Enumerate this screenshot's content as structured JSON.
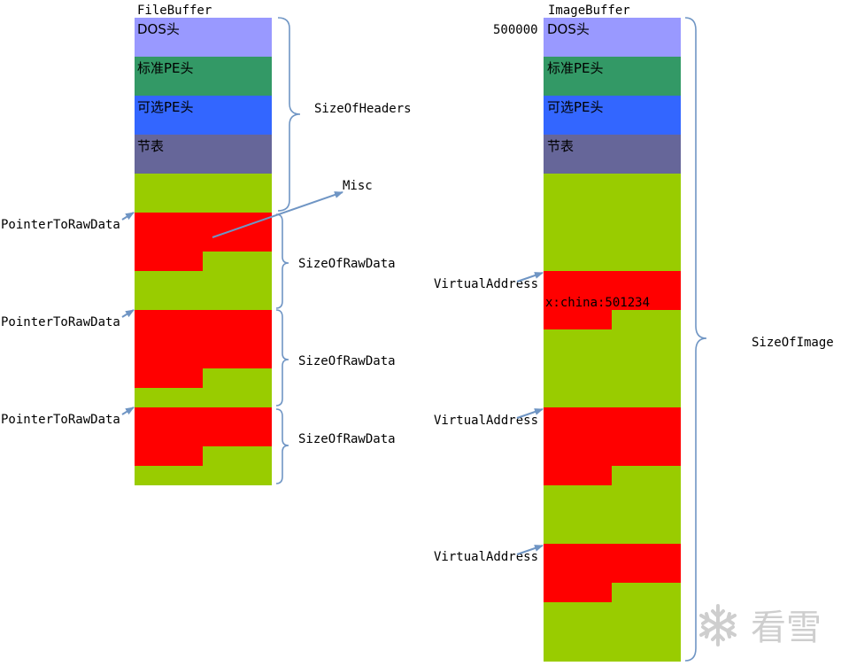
{
  "file_buffer": {
    "title": "FileBuffer",
    "header_blocks": [
      {
        "label": "DOS头",
        "color": "#9999ff"
      },
      {
        "label": "标准PE头",
        "color": "#339966"
      },
      {
        "label": "可选PE头",
        "color": "#3366ff"
      },
      {
        "label": "节表",
        "color": "#666699"
      }
    ],
    "filler_color": "#99cc00",
    "section_color": "#ff0000",
    "size_of_headers_label": "SizeOfHeaders",
    "misc_label": "Misc",
    "pointer_labels": [
      "PointerToRawData",
      "PointerToRawData",
      "PointerToRawData"
    ],
    "size_of_raw_data_labels": [
      "SizeOfRawData",
      "SizeOfRawData",
      "SizeOfRawData"
    ]
  },
  "image_buffer": {
    "title": "ImageBuffer",
    "address_label": "500000",
    "header_blocks": [
      {
        "label": "DOS头",
        "color": "#9999ff"
      },
      {
        "label": "标准PE头",
        "color": "#339966"
      },
      {
        "label": "可选PE头",
        "color": "#3366ff"
      },
      {
        "label": "节表",
        "color": "#666699"
      }
    ],
    "virtual_address_labels": [
      "VirtualAddress",
      "VirtualAddress",
      "VirtualAddress"
    ],
    "section_annotation": "x:china:501234",
    "size_of_image_label": "SizeOfImage"
  },
  "watermark": {
    "text": "看雪"
  }
}
